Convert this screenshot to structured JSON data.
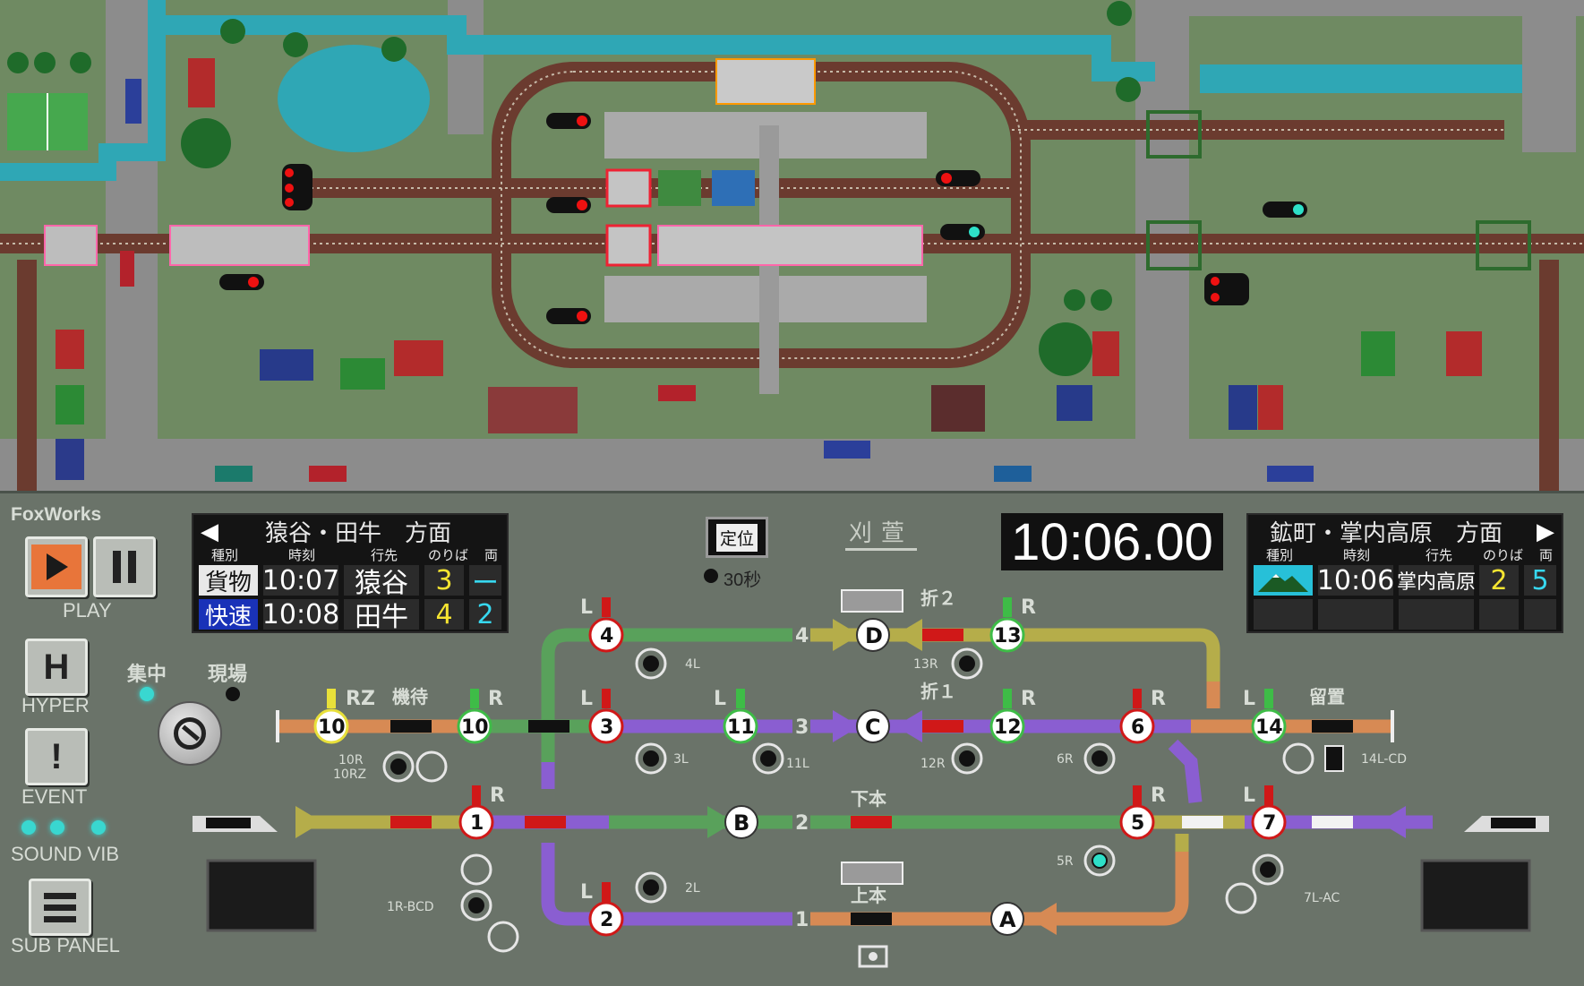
{
  "app": {
    "brand": "FoxWorks"
  },
  "controls": {
    "play_label": "PLAY",
    "hyper_label": "HYPER",
    "event_label": "EVENT",
    "sound_vib_label": "SOUND VIB",
    "sub_panel_label": "SUB PANEL",
    "mode_central": "集中",
    "mode_local": "現場",
    "default_position_label": "定位",
    "timer_label": "30秒",
    "station_name": "刈萱"
  },
  "clock": {
    "time": "10:06.00"
  },
  "left_board": {
    "direction": "猿谷・田牛　方面",
    "headers": {
      "type": "種別",
      "time": "時刻",
      "dest": "行先",
      "platform": "のりば",
      "cars": "両"
    },
    "rows": [
      {
        "type": "貨物",
        "time": "10:07",
        "dest": "猿谷",
        "platform": "3",
        "cars": "ー",
        "type_bg": "#e8e8e8",
        "type_fg": "#111111"
      },
      {
        "type": "快速",
        "time": "10:08",
        "dest": "田牛",
        "platform": "4",
        "cars": "2",
        "type_bg": "#1932b8",
        "type_fg": "#ffffff"
      }
    ]
  },
  "right_board": {
    "direction": "鉱町・掌内高原　方面",
    "headers": {
      "type": "種別",
      "time": "時刻",
      "dest": "行先",
      "platform": "のりば",
      "cars": "両"
    },
    "rows": [
      {
        "type_icon": "mountain-icon",
        "time": "10:06",
        "dest": "掌内高原",
        "platform": "2",
        "cars": "5"
      }
    ]
  },
  "track_labels": {
    "orikaeshi2": "折２",
    "orikaeshi1": "折１",
    "kihon_down": "下本",
    "kihon_up": "上本",
    "kimachi": "機待",
    "ryuchi": "留置"
  },
  "platforms": [
    "1",
    "2",
    "3",
    "4"
  ],
  "signals": [
    {
      "id": "10",
      "label": "RZ",
      "lamp": "yellow"
    },
    {
      "id": "10",
      "label": "R",
      "lamp": "green"
    },
    {
      "id": "3",
      "label": "L",
      "lamp": "red"
    },
    {
      "id": "4",
      "label": "L",
      "lamp": "red"
    },
    {
      "id": "11",
      "label": "L",
      "lamp": "green"
    },
    {
      "id": "12",
      "label": "R",
      "lamp": "green"
    },
    {
      "id": "13",
      "label": "R",
      "lamp": "green"
    },
    {
      "id": "6",
      "label": "R",
      "lamp": "red"
    },
    {
      "id": "14",
      "label": "L",
      "lamp": "green"
    },
    {
      "id": "1",
      "label": "R",
      "lamp": "red"
    },
    {
      "id": "5",
      "label": "R",
      "lamp": "red"
    },
    {
      "id": "7",
      "label": "L",
      "lamp": "red"
    },
    {
      "id": "2",
      "label": "L",
      "lamp": "red"
    }
  ],
  "track_circuits": [
    "A",
    "B",
    "C",
    "D"
  ],
  "levers": [
    "4L",
    "13R",
    "3L",
    "11L",
    "10R\n10RZ",
    "12R",
    "6R",
    "14L-CD",
    "5R",
    "2L",
    "1R-BCD",
    "7L-AC"
  ],
  "colors": {
    "track_green": "#59a15b",
    "track_purple": "#8a5ed1",
    "track_orange": "#d78a54",
    "track_olive": "#b5ad4a",
    "panel_bg": "#6a7369"
  }
}
